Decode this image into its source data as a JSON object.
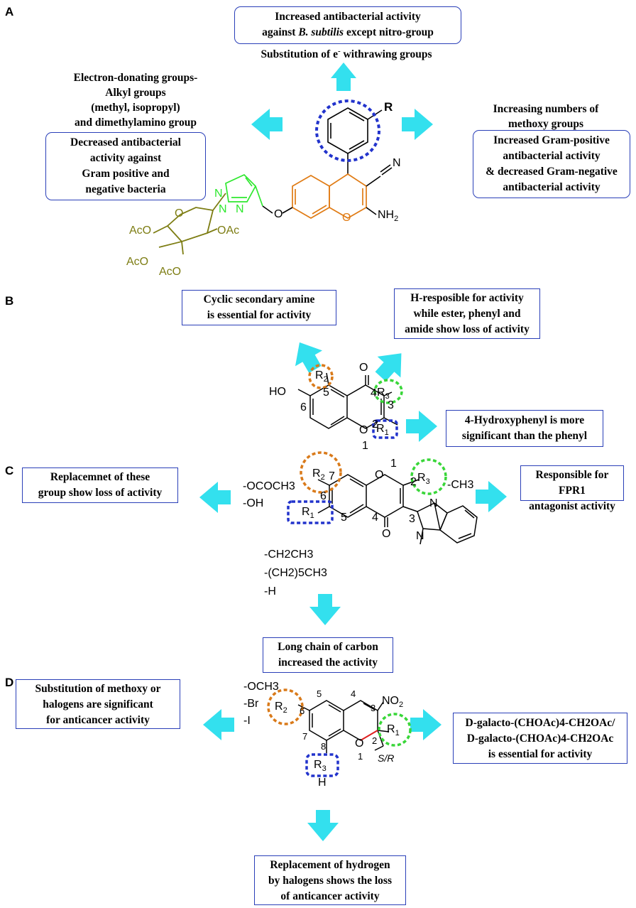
{
  "panels": [
    "A",
    "B",
    "C",
    "D"
  ],
  "colors": {
    "arrow": "#33e0ee",
    "box_border": "#2a3fb8",
    "circle_blue": "#2233cc",
    "circle_orange": "#d97a1a",
    "circle_green": "#39d639",
    "ring_orange": "#e07b14",
    "triazole_green": "#2ee82e",
    "sugar_olive": "#7d7d13"
  },
  "panelA": {
    "top_box_line1": "Increased antibacterial activity",
    "top_box_line2_pre": "against ",
    "top_box_line2_italic": "B. subtilis",
    "top_box_line2_post": " except nitro-group",
    "top_note_pre": "Substitution of e",
    "top_note_sup": "-",
    "top_note_post": " withrawing groups",
    "left_note": [
      "Electron-donating groups-",
      "Alkyl groups",
      "(methyl, isopropyl)",
      "and dimethylamino group"
    ],
    "left_box": [
      "Decreased antibacterial",
      "activity against",
      "Gram positive and",
      "negative bacteria"
    ],
    "right_note": [
      "Increasing numbers of",
      "methoxy groups"
    ],
    "right_box": [
      "Increased Gram-positive",
      "antibacterial activity",
      "& decreased Gram-negative",
      "antibacterial activity"
    ],
    "labels": {
      "R": "R",
      "N": "N",
      "O1": "O",
      "O2": "O",
      "NH": "NH",
      "NH_sub": "2",
      "AcO1": "AcO",
      "AcO2": "AcO",
      "AcO3": "AcO",
      "OAc": "OAc",
      "O_sugar": "O",
      "N1": "N",
      "N2": "N",
      "N3": "N"
    }
  },
  "panelB": {
    "box_left": [
      "Cyclic secondary amine",
      "is essential for activity"
    ],
    "box_right": [
      "H-resposible for activity",
      "while ester, phenyl and",
      "amide show loss of activity"
    ],
    "box_bottom": [
      "4-Hydroxyphenyl is more",
      "significant than the phenyl"
    ],
    "labels": {
      "HO": "HO",
      "O_top": "O",
      "O_ring": "O",
      "R1": "R",
      "R1_sub": "1",
      "R2": "R",
      "R2_sub": "2",
      "R3": "R",
      "R3_sub": "3",
      "n1": "1",
      "n2": "2",
      "n3": "3",
      "n4": "4",
      "n5": "5",
      "n6": "6"
    }
  },
  "panelC": {
    "box_left": [
      "Replacemnet of these",
      "group show loss of activity"
    ],
    "box_right": [
      "Responsible for FPR1",
      "antagonist activity"
    ],
    "box_bottom": [
      "Long chain of carbon",
      "increased the activity"
    ],
    "sub_left": [
      "-OCOCH3",
      "-OH"
    ],
    "sub_bottom": [
      "-CH2CH3",
      "-(CH2)5CH3",
      "-H"
    ],
    "ch3": "-CH3",
    "labels": {
      "O_top": "O",
      "O_bottom": "O",
      "N1": "N",
      "N2": "N",
      "R1": "R",
      "R1_sub": "1",
      "R2": "R",
      "R2_sub": "2",
      "R3": "R",
      "R3_sub": "3",
      "n1": "1",
      "n2": "2",
      "n3": "3",
      "n4": "4",
      "n5": "5",
      "n6": "6",
      "n7": "7"
    }
  },
  "panelD": {
    "box_left": [
      "Substitution of methoxy or",
      "halogens are significant",
      "for anticancer activity"
    ],
    "box_right": [
      "D-galacto-(CHOAc)4-CH2OAc/",
      "D-galacto-(CHOAc)4-CH2OAc",
      "is essential for activity"
    ],
    "box_bottom": [
      "Replacement of hydrogen",
      "by halogens shows the loss",
      "of anticancer activity"
    ],
    "sub_left": [
      "-OCH3",
      "-Br",
      "-I"
    ],
    "labels": {
      "NO2": "NO",
      "NO2_sub": "2",
      "O_ring": "O",
      "H": "H",
      "SR": "S/R",
      "R1": "R",
      "R1_sub": "1",
      "R2": "R",
      "R2_sub": "2",
      "R3": "R",
      "R3_sub": "3",
      "n1": "1",
      "n2": "2",
      "n3": "3",
      "n4": "4",
      "n5": "5",
      "n6": "6",
      "n7": "7",
      "n8": "8"
    }
  }
}
